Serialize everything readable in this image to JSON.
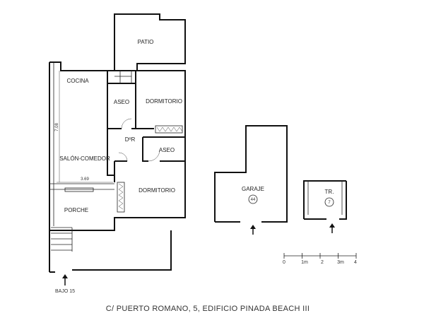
{
  "rooms": {
    "patio": "PATIO",
    "cocina": "COCINA",
    "aseo1": "ASEO",
    "dormitorio1": "DORMITORIO",
    "distribuidor": "DºR",
    "aseo2": "ASEO",
    "salon": "SALÓN-COMEDOR",
    "dormitorio2": "DORMITORIO",
    "porche": "PORCHE",
    "garaje": "GARAJE",
    "garaje_num": "44",
    "trastero": "TR.",
    "trastero_num": "7"
  },
  "dimensions": {
    "height": "7.08",
    "width": "3.69"
  },
  "entrance_label": "BAJO 15",
  "scale": {
    "ticks": [
      "0",
      "1m",
      "2",
      "3m",
      "4"
    ]
  },
  "caption": "C/ PUERTO ROMANO, 5, EDIFICIO PINADA BEACH III"
}
